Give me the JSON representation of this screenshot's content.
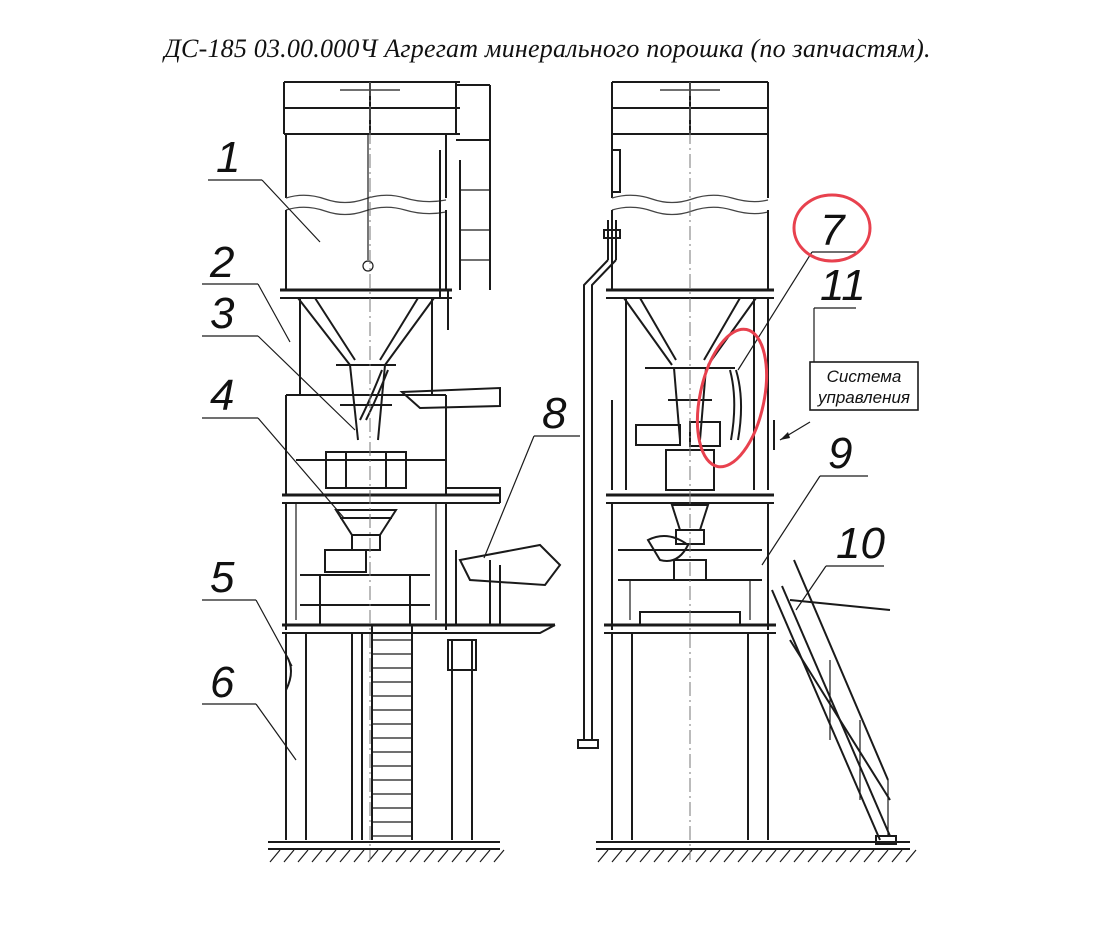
{
  "title": "ДС-185 03.00.000Ч Агрегат минерального порошка (по запчастям).",
  "callouts": [
    "1",
    "2",
    "3",
    "4",
    "5",
    "6",
    "7",
    "8",
    "9",
    "10",
    "11"
  ],
  "control_box": {
    "line1": "Система",
    "line2": "управления"
  },
  "colors": {
    "line": "#1a1a1a",
    "highlight": "#e8414e"
  }
}
